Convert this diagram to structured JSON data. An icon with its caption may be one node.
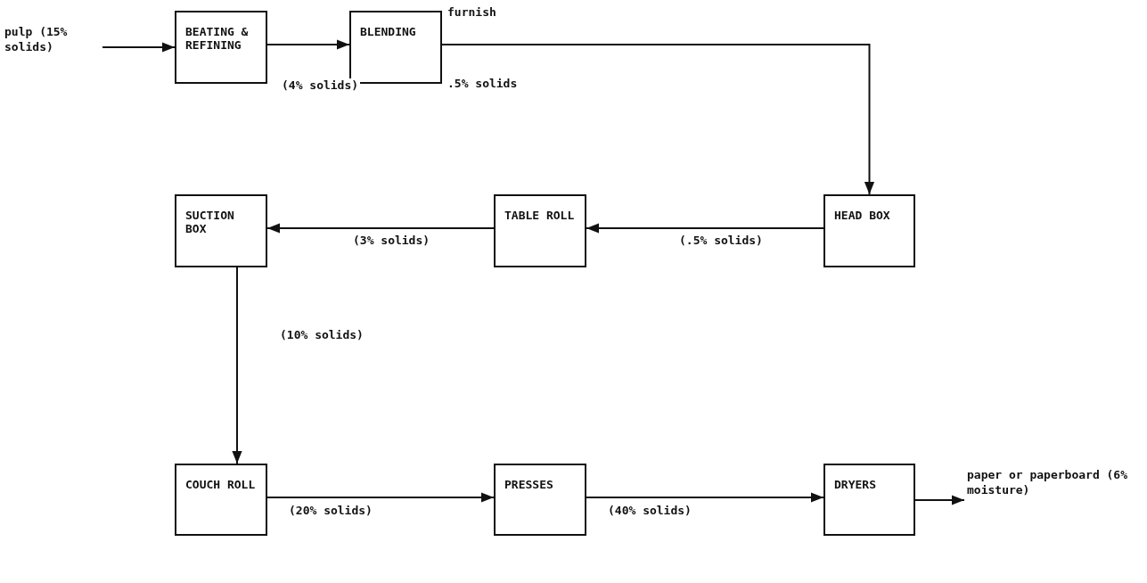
{
  "diagram": {
    "nodes": [
      {
        "text": [
          "pulp (15% solids)"
        ]
      },
      {
        "text": [
          "BEATING & REFINING"
        ]
      },
      {
        "text": [
          "BLENDING"
        ]
      },
      {
        "text": [
          "HEAD BOX"
        ]
      },
      {
        "text": [
          "TABLE ROLL"
        ]
      },
      {
        "text": [
          "SUCTION BOX"
        ]
      },
      {
        "text": [
          "COUCH ROLL"
        ]
      },
      {
        "text": [
          "PRESSES"
        ]
      },
      {
        "text": [
          "DRYERS"
        ]
      },
      {
        "text": [
          "paper or paperboard (6% moisture)"
        ]
      }
    ],
    "edges": [
      {
        "from": 0,
        "to": 1,
        "arrow": "to"
      },
      {
        "from": 1,
        "to": 2,
        "arrow": "to",
        "label": "(4% solids)"
      },
      {
        "from": 2,
        "to": 3,
        "arrow": "to",
        "label": "furnish"
      },
      {
        "from": 3,
        "to": 4,
        "arrow": "to",
        "label": "(.5% solids)"
      },
      {
        "from": 4,
        "to": 5,
        "arrow": "to",
        "label": "(3% solids)"
      },
      {
        "from": 5,
        "to": 6,
        "arrow": "to",
        "label": "(10% solids)"
      },
      {
        "from": 6,
        "to": 7,
        "arrow": "to",
        "label": "(20% solids)"
      },
      {
        "from": 7,
        "to": 8,
        "arrow": "to",
        "label": "(40% solids)"
      },
      {
        "from": 8,
        "to": 9,
        "arrow": "to"
      }
    ],
    "labels": [
      ".5% solids"
    ]
  }
}
